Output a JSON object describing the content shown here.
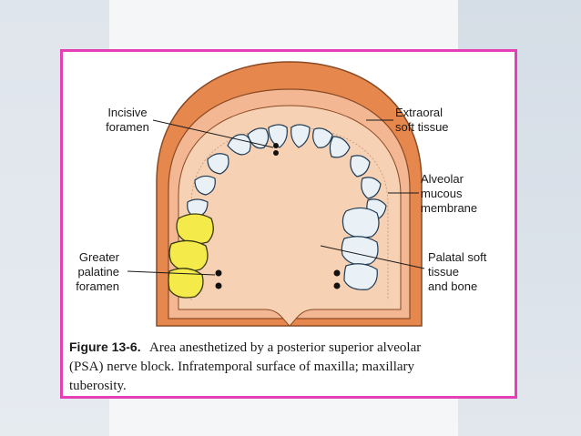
{
  "colors": {
    "frame_border": "#e43fb4",
    "extraoral": "#e6874d",
    "palatal": "#f7d1b4",
    "tooth": "#e9f1f7",
    "tooth_anesthetized": "#f4ea4a"
  },
  "labels": {
    "incisive": [
      "Incisive",
      "foramen"
    ],
    "extraoral": [
      "Extraoral",
      "soft tissue"
    ],
    "alveolar": [
      "Alveolar",
      "mucous",
      "membrane"
    ],
    "greater_palatine": [
      "Greater",
      "palatine",
      "foramen"
    ],
    "palatal": [
      "Palatal soft",
      "tissue",
      "and bone"
    ]
  },
  "caption": {
    "figure_number": "Figure 13-6.",
    "line1": "Area anesthetized by a posterior superior alveolar",
    "line2": "(PSA) nerve block. Infratemporal surface of maxilla; maxillary",
    "line3": "tuberosity."
  }
}
